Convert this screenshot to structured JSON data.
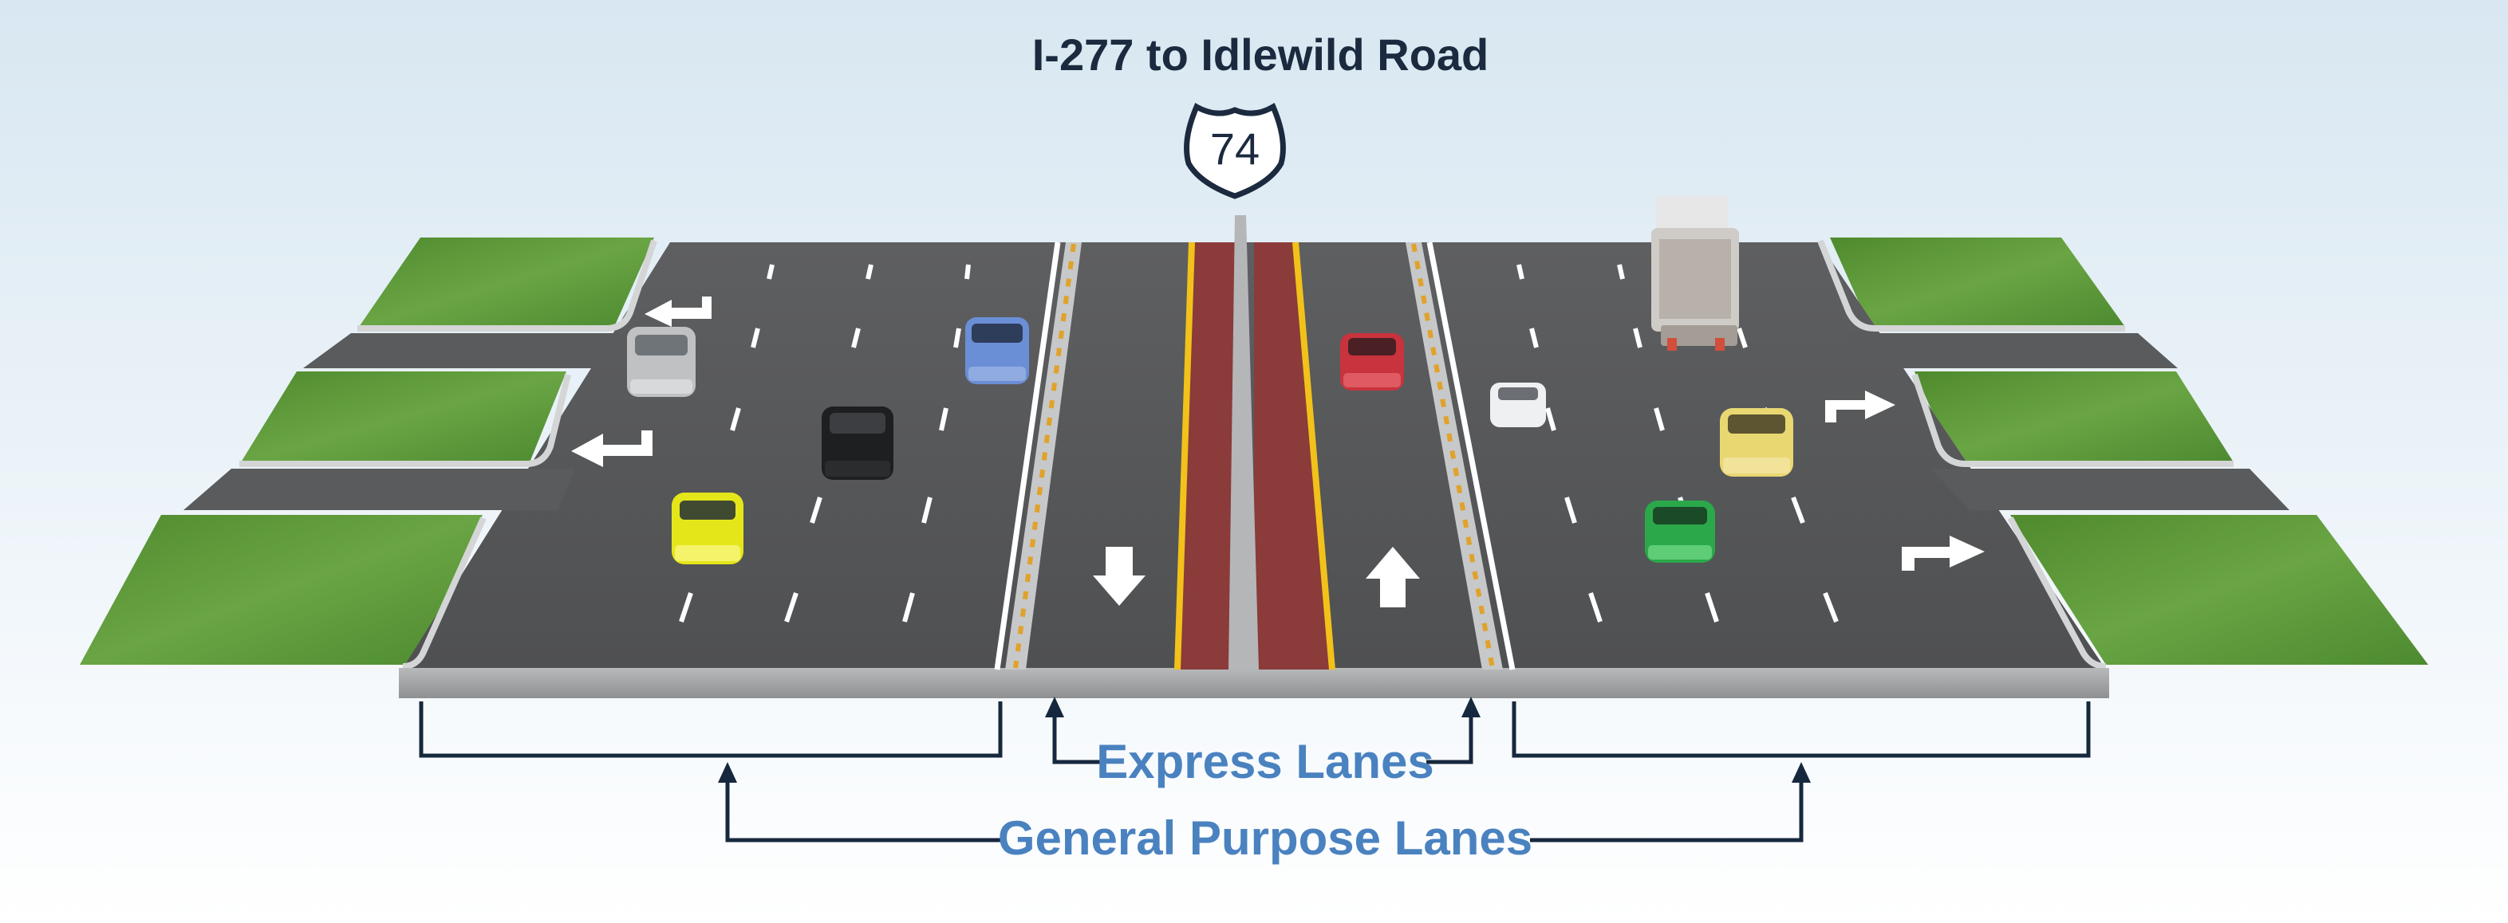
{
  "title": "I-277 to Idlewild Road",
  "route_shield": {
    "number": "74",
    "icon": "us-route-shield-icon"
  },
  "labels": {
    "express": "Express Lanes",
    "general": "General Purpose Lanes"
  },
  "colors": {
    "sky_top": "#d9e8f2",
    "sky_bottom": "#ffffff",
    "asphalt": "#58595b",
    "grass": "#5e9a3a",
    "median_red": "#8a3b3a",
    "median_yellow": "#f2c21a",
    "label_blue": "#4a82c0",
    "title_navy": "#1b2a3e",
    "bracket": "#16283e"
  },
  "icons": [
    "turn-left-arrow-icon",
    "turn-right-arrow-icon",
    "down-arrow-icon",
    "up-arrow-icon",
    "car-icon",
    "dump-truck-icon"
  ]
}
